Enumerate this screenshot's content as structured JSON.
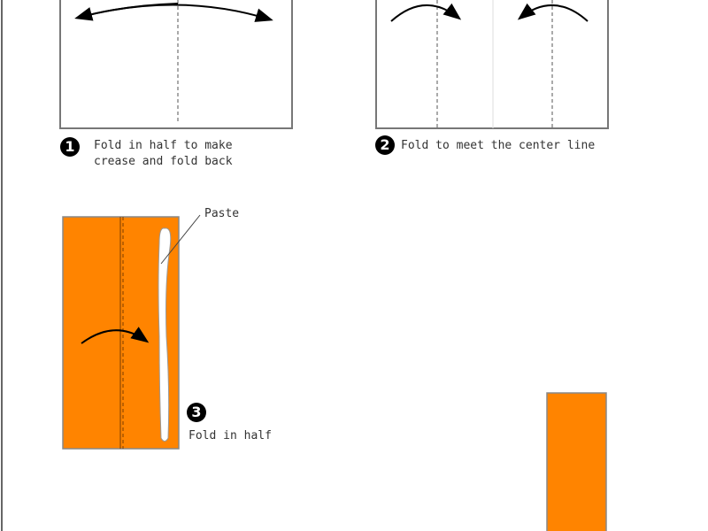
{
  "colors": {
    "paper": "#ff8400",
    "outline": "#777777"
  },
  "steps": [
    {
      "number": "1",
      "text_line1": "Fold in half to make",
      "text_line2": "crease and fold back"
    },
    {
      "number": "2",
      "text": "Fold to meet the center line"
    },
    {
      "number": "3",
      "text": "Fold in half",
      "label": "Paste"
    }
  ]
}
